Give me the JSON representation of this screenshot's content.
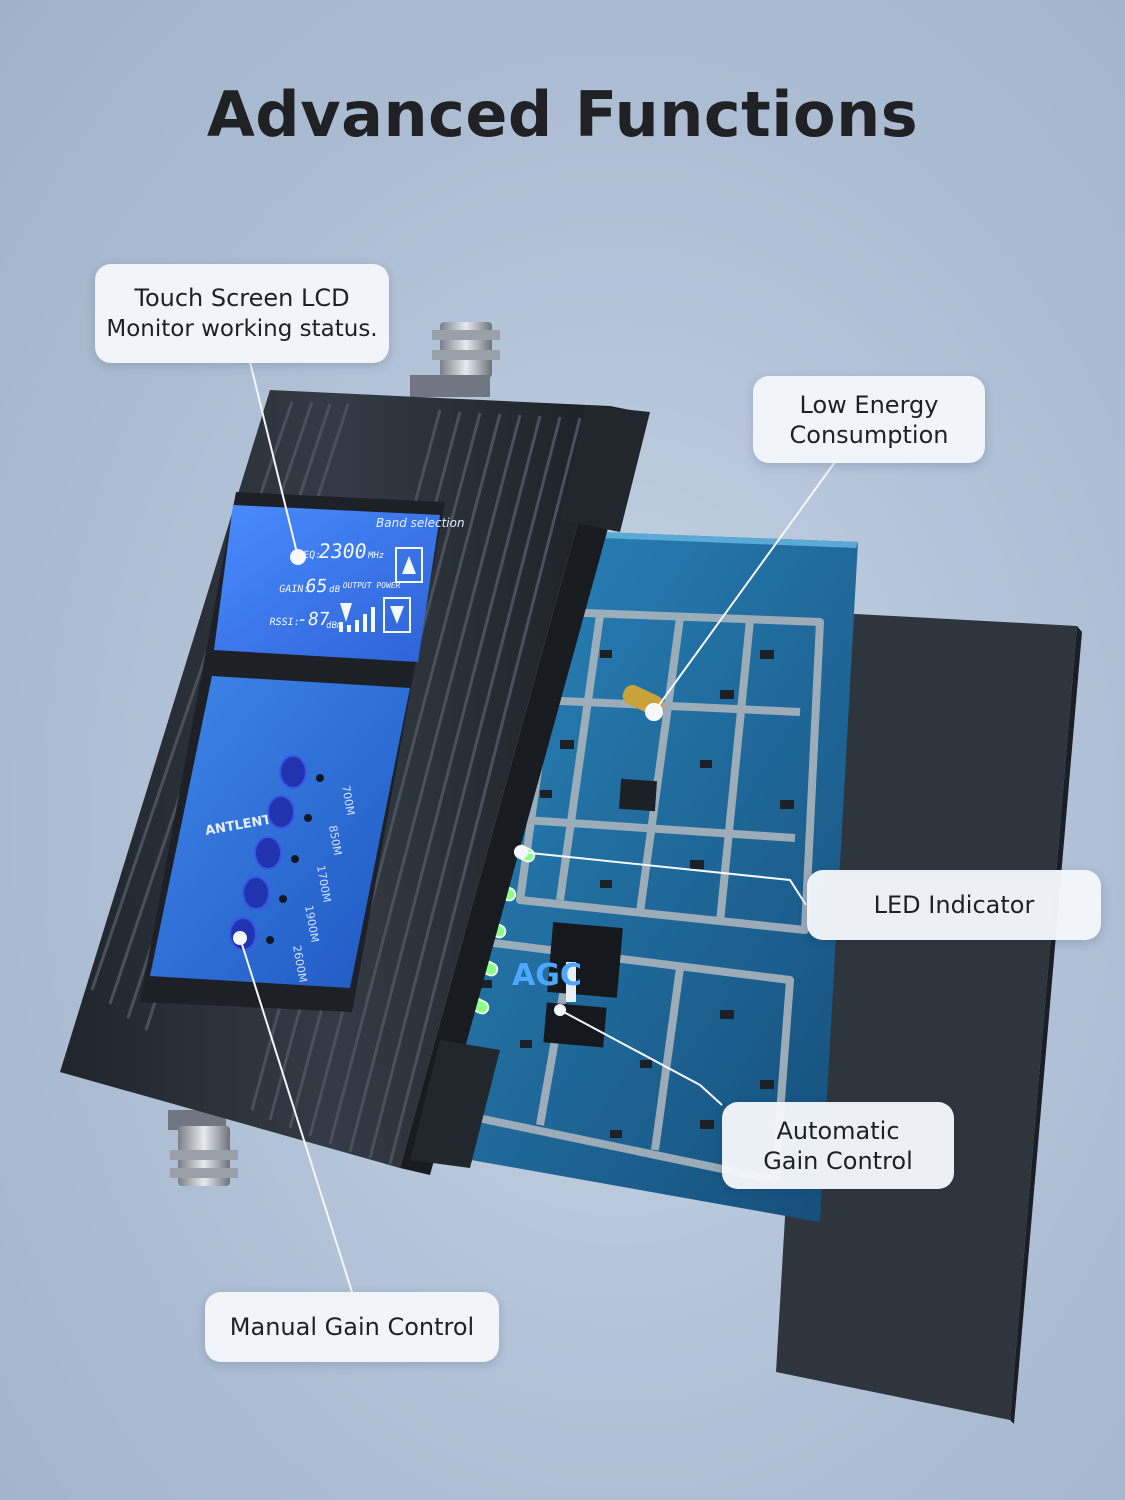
{
  "title": "Advanced Functions",
  "callouts": {
    "lcd": {
      "title": "Touch Screen LCD",
      "subtitle": "Monitor working status."
    },
    "energy": {
      "line1": "Low Energy",
      "line2": "Consumption"
    },
    "led": {
      "label": "LED Indicator"
    },
    "agc": {
      "line1": "Automatic",
      "line2": "Gain Control"
    },
    "manual": {
      "label": "Manual Gain Control"
    }
  },
  "lcd_screen": {
    "header": "Band selection",
    "freq_label": "FREQ:",
    "freq_value": "2300",
    "freq_unit": "MHz",
    "gain_label": "GAIN:",
    "gain_value": "65",
    "gain_unit": "dB",
    "output_label": "OUTPUT POWER",
    "rssi_label": "RSSI:",
    "rssi_value": "-87",
    "rssi_unit": "dBm"
  },
  "device": {
    "brand": "ANTLENT",
    "bands": [
      "700M",
      "850M",
      "1700M",
      "1900M",
      "2600M"
    ],
    "chip_label": "AGC"
  },
  "colors": {
    "background": "#b3c3d8",
    "housing": "#2b3038",
    "lcd": "#3b78f0",
    "panel": "#2e6fd8",
    "pcb": "#1f6a9a",
    "led_green": "#7dff7a"
  }
}
